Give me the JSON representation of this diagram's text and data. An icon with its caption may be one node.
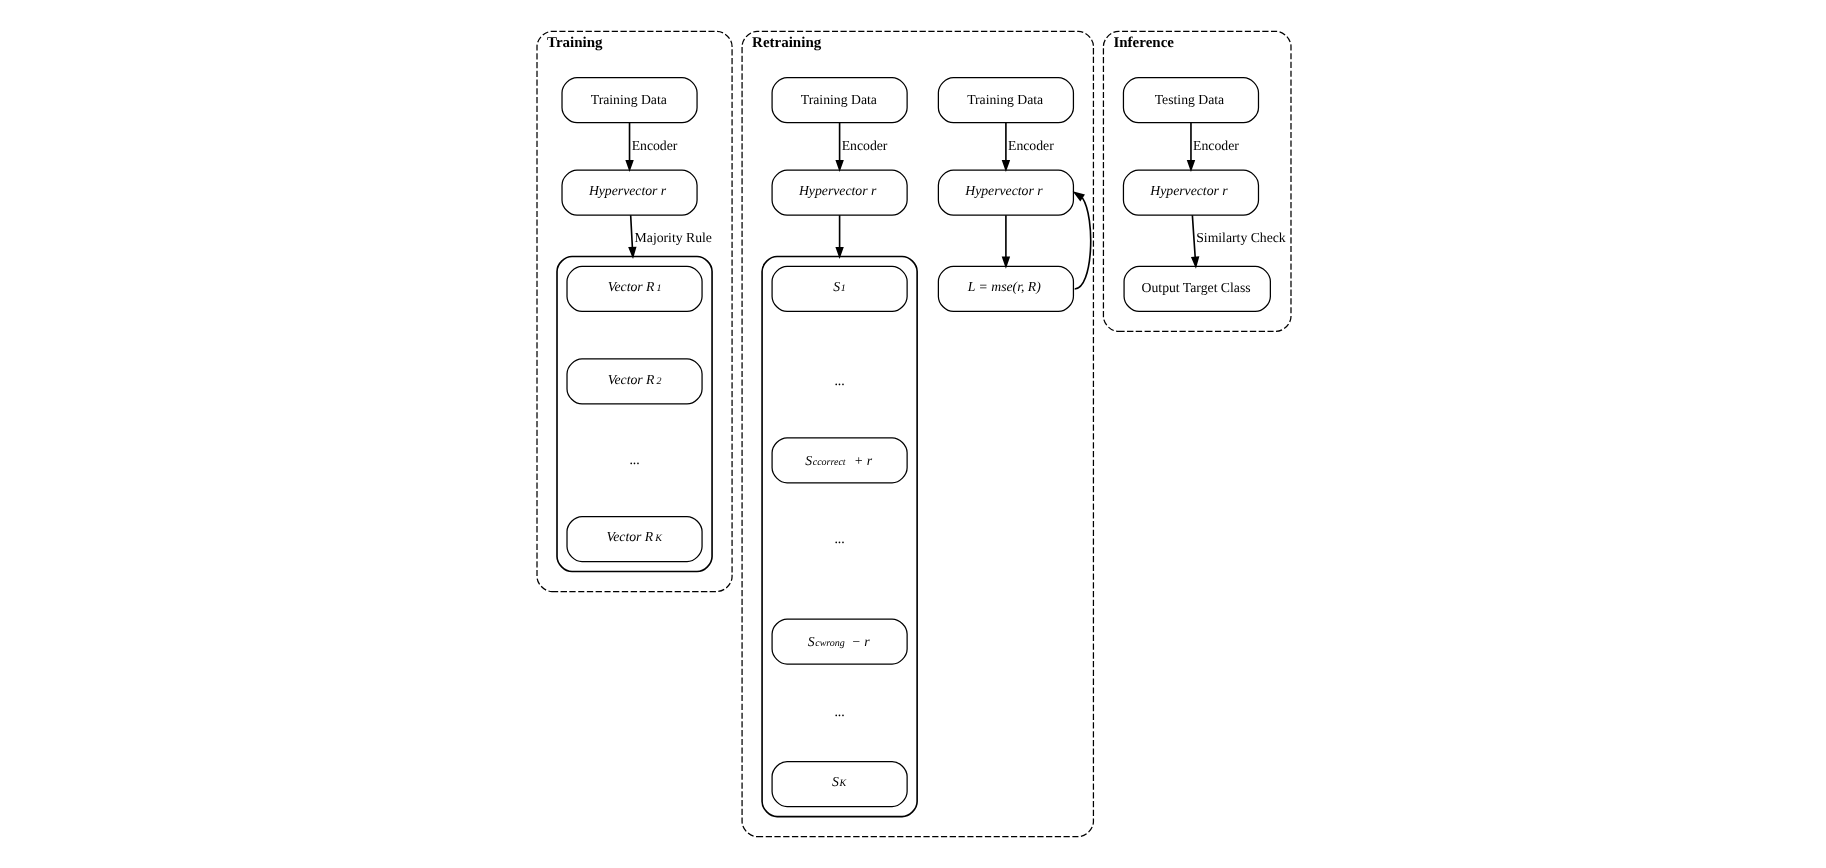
{
  "diagram": {
    "nodes": [
      {
        "text": [
          "Training"
        ]
      },
      {
        "text": [
          "Training Data"
        ],
        "in": 0
      },
      {
        "text": [
          "Hypervector r"
        ],
        "in": 0
      },
      {
        "text": [],
        "shape": "box",
        "in": 0
      },
      {
        "text": [
          "Vector R$_{1}$"
        ],
        "in": 3
      },
      {
        "text": [
          "Vector R$_{2}$"
        ],
        "in": 3
      },
      {
        "text": [
          "Vector R$_{K}$"
        ],
        "in": 3
      },
      {
        "text": [
          "Retraining"
        ]
      },
      {
        "text": [
          "Training Data"
        ],
        "in": 7
      },
      {
        "text": [
          "Hypervector r"
        ],
        "in": 7
      },
      {
        "text": [
          "L = mse(r, R)"
        ],
        "in": 7
      },
      {
        "text": [
          "Training Data"
        ],
        "in": 7
      },
      {
        "text": [
          "Hypervector r"
        ],
        "in": 7
      },
      {
        "text": [],
        "shape": "box",
        "in": 7
      },
      {
        "text": [
          "S$_{1}$"
        ],
        "in": 13
      },
      {
        "text": [
          "S$_{ccorrect}$ + r"
        ],
        "in": 13
      },
      {
        "text": [
          "S$_{cwrong}$ − r"
        ],
        "in": 13
      },
      {
        "text": [
          "S$_{K}$"
        ],
        "in": 13
      },
      {
        "text": [
          "Inference"
        ]
      },
      {
        "text": [
          "Testing Data"
        ],
        "in": 18
      },
      {
        "text": [
          "Hypervector r"
        ],
        "in": 18
      },
      {
        "text": [
          "Output Target Class"
        ],
        "in": 18
      }
    ],
    "edges": [
      {
        "from": 1,
        "to": 2,
        "arrow": "to",
        "label": "Encoder"
      },
      {
        "from": 2,
        "to": 3,
        "arrow": "to",
        "label": "Majority Rule"
      },
      {
        "from": 8,
        "to": 9,
        "arrow": "to",
        "label": "Encoder"
      },
      {
        "from": 9,
        "to": 10,
        "arrow": "to"
      },
      {
        "from": 10,
        "to": 9,
        "arrow": "to"
      },
      {
        "from": 11,
        "to": 12,
        "arrow": "to",
        "label": "Encoder"
      },
      {
        "from": 12,
        "to": 13,
        "arrow": "to"
      },
      {
        "from": 19,
        "to": 20,
        "arrow": "to",
        "label": "Encoder"
      },
      {
        "from": 20,
        "to": 21,
        "arrow": "to",
        "label": "Similarty Check"
      }
    ],
    "labels": [
      "...",
      "...",
      "...",
      "..."
    ]
  }
}
